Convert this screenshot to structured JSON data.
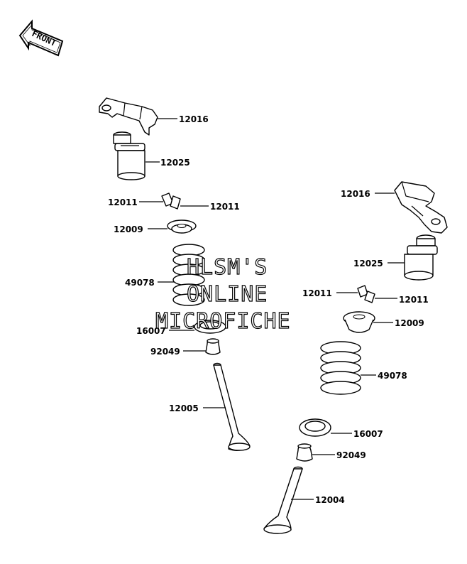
{
  "front_label": "FRONT",
  "watermark": [
    "HLSM'S",
    "ONLINE",
    "MICROFICHE"
  ],
  "callouts": {
    "rocker_left": "12016",
    "lifter_left": "12025",
    "keeper_left_a": "12011",
    "keeper_left_b": "12011",
    "retainer_left": "12009",
    "spring_left": "49078",
    "seat_left": "16007",
    "seal_left": "92049",
    "valve_left": "12005",
    "rocker_right": "12016",
    "lifter_right": "12025",
    "keeper_right_a": "12011",
    "keeper_right_b": "12011",
    "retainer_right": "12009",
    "spring_right": "49078",
    "seat_right": "16007",
    "seal_right": "92049",
    "valve_right": "12004"
  },
  "colors": {
    "ink": "#000000",
    "background": "#ffffff"
  },
  "icons": [
    "front-arrow-icon"
  ]
}
